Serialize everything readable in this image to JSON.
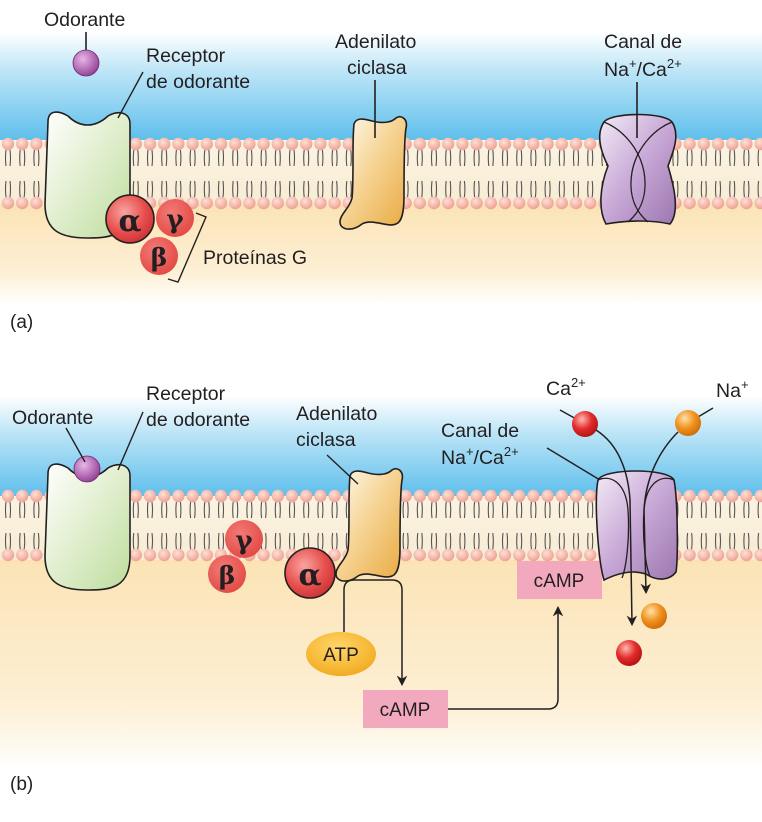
{
  "figure": {
    "panels": [
      {
        "id": "a",
        "label": "(a)",
        "labels": {
          "odorant": "Odorante",
          "receptor_line1": "Receptor",
          "receptor_line2": "de odorante",
          "adenylyl_line1": "Adenilato",
          "adenylyl_line2": "ciclasa",
          "channel_line1": "Canal de",
          "channel_na": "Na",
          "channel_na_sup": "+",
          "channel_ca": "/Ca",
          "channel_ca_sup": "2+",
          "g_proteins": "Proteínas G"
        },
        "subunits": {
          "alpha": "α",
          "beta": "β",
          "gamma": "γ"
        }
      },
      {
        "id": "b",
        "label": "(b)",
        "labels": {
          "odorant": "Odorante",
          "receptor_line1": "Receptor",
          "receptor_line2": "de odorante",
          "adenylyl_line1": "Adenilato",
          "adenylyl_line2": "ciclasa",
          "channel_line1": "Canal de",
          "channel_na": "Na",
          "channel_na_sup": "+",
          "channel_ca": "/Ca",
          "channel_ca_sup": "2+",
          "ion_ca": "Ca",
          "ion_ca_sup": "2+",
          "ion_na": "Na",
          "ion_na_sup": "+",
          "atp": "ATP",
          "camp_1": "cAMP",
          "camp_2": "cAMP"
        },
        "subunits": {
          "alpha": "α",
          "beta": "β",
          "gamma": "γ"
        }
      }
    ],
    "colors": {
      "extracellular_blue": "#7ecbee",
      "cytoplasm_tan": "#fbe6bd",
      "phospholipid_head": "#f4a99a",
      "receptor_green": "#d7ebbf",
      "adenylyl_orange": "#f2c16a",
      "channel_purple": "#c9a8d4",
      "g_protein_red": "#e8504f",
      "odorant_purple": "#a454a6",
      "ca_ion_red": "#d92828",
      "na_ion_orange": "#ee8a1a",
      "atp_yellow": "#f5b52a",
      "camp_pink": "#f2a9be"
    }
  }
}
